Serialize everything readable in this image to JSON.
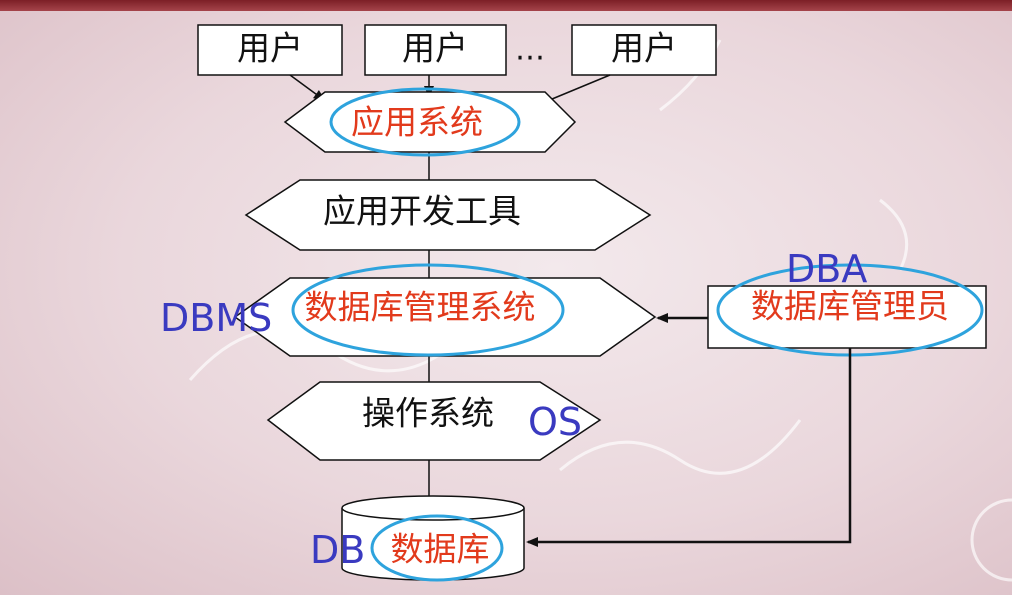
{
  "users": [
    "用户",
    "用户",
    "用户"
  ],
  "ellipsis": "…",
  "app_system": "应用系统",
  "dev_tools": "应用开发工具",
  "dbms": {
    "label": "数据库管理系统",
    "tag": "DBMS"
  },
  "os": {
    "label": "操作系统",
    "tag": "OS"
  },
  "db": {
    "label": "数据库",
    "tag": "DB"
  },
  "dba": {
    "label": "数据库管理员",
    "tag": "DBA"
  },
  "colors": {
    "red_text": "#e23a1c",
    "blue_text": "#3a3ac0",
    "oval": "#2ea3dd",
    "top_bar": "#7c1f26"
  }
}
